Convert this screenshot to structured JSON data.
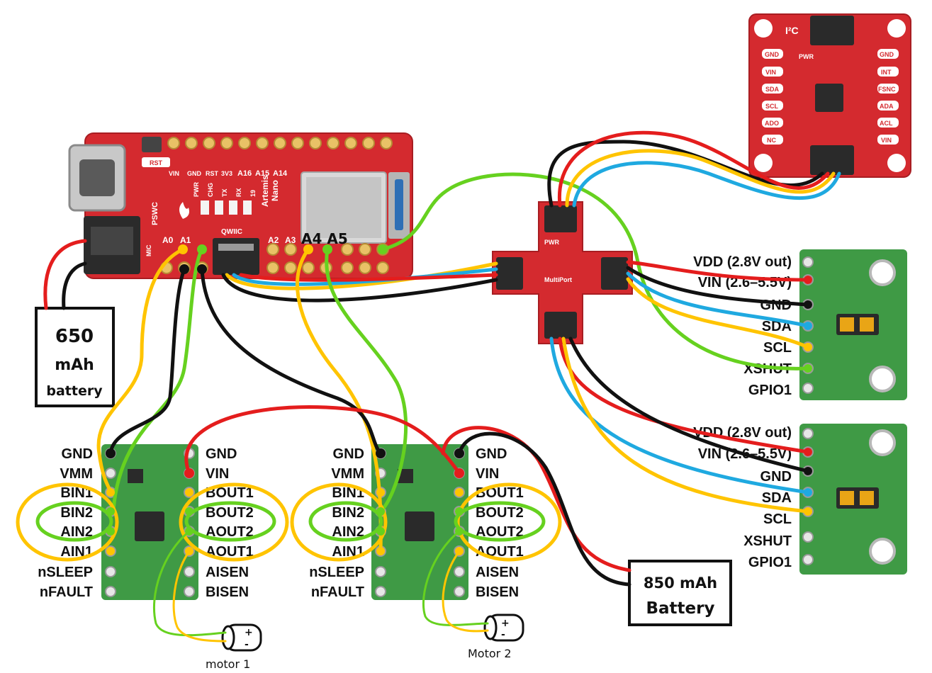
{
  "colors": {
    "red_board": "#d42a2f",
    "green_board": "#3f9a45",
    "wire_red": "#e41d1d",
    "wire_black": "#111111",
    "wire_yellow": "#ffc400",
    "wire_blue": "#1fa9e0",
    "wire_green": "#66d11f"
  },
  "artemis_nano": {
    "top_pins": [
      "VIN",
      "GND",
      "RST",
      "3V3",
      "A16",
      "A15",
      "A14"
    ],
    "side_labels": [
      "PWR",
      "CHG",
      "TX",
      "RX",
      "19"
    ],
    "name_line1": "Artemis",
    "name_line2": "Nano",
    "bottom_pins": [
      "A0",
      "A1",
      "A2",
      "A3"
    ],
    "rst_label": "RST",
    "pswc_label": "PSWC",
    "mic_label": "MIC",
    "qwiic_label": "QWIIC",
    "handwritten_pins": "A4 A5"
  },
  "imu": {
    "title": "I²C",
    "left_pins": [
      "GND",
      "VIN",
      "SDA",
      "SCL",
      "ADO",
      "NC"
    ],
    "right_pins": [
      "GND",
      "INT",
      "FSNC",
      "ADA",
      "ACL",
      "VIN"
    ],
    "pwr_label": "PWR"
  },
  "multiport": {
    "name": "MultiPort",
    "pwr_label": "PWR"
  },
  "tof_sensors": [
    {
      "pins": [
        "VDD (2.8V out)",
        "VIN (2.6–5.5V)",
        "GND",
        "SDA",
        "SCL",
        "XSHUT",
        "GPIO1"
      ]
    },
    {
      "pins": [
        "VDD (2.8V out)",
        "VIN (2.6–5.5V)",
        "GND",
        "SDA",
        "SCL",
        "XSHUT",
        "GPIO1"
      ]
    }
  ],
  "motor_drivers": [
    {
      "left_pins": [
        "GND",
        "VMM",
        "BIN1",
        "BIN2",
        "AIN2",
        "AIN1",
        "nSLEEP",
        "nFAULT"
      ],
      "right_pins": [
        "GND",
        "VIN",
        "BOUT1",
        "BOUT2",
        "AOUT2",
        "AOUT1",
        "AISEN",
        "BISEN"
      ]
    },
    {
      "left_pins": [
        "GND",
        "VMM",
        "BIN1",
        "BIN2",
        "AIN2",
        "AIN1",
        "nSLEEP",
        "nFAULT"
      ],
      "right_pins": [
        "GND",
        "VIN",
        "BOUT1",
        "BOUT2",
        "AOUT2",
        "AOUT1",
        "AISEN",
        "BISEN"
      ]
    }
  ],
  "battery_small": {
    "line1": "650",
    "line2": "mAh",
    "line3": "battery"
  },
  "battery_large": {
    "line1": "850 mAh",
    "line2": "Battery"
  },
  "motors": [
    {
      "label": "motor 1",
      "plus": "+",
      "minus": "-"
    },
    {
      "label": "Motor 2",
      "plus": "+",
      "minus": "-"
    }
  ]
}
